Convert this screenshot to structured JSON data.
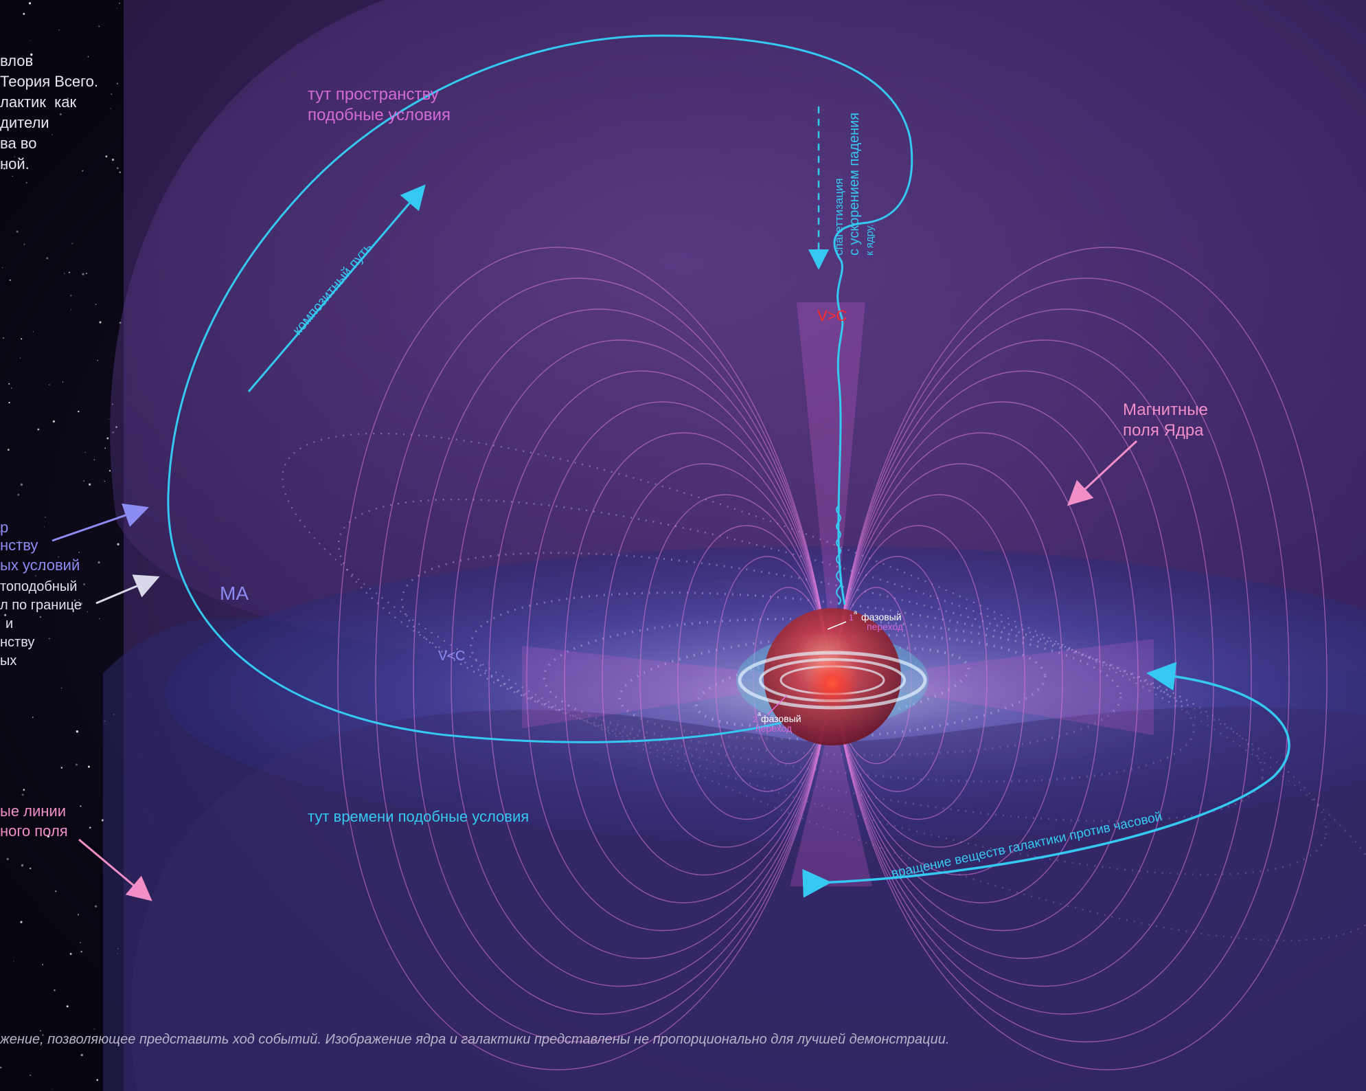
{
  "top_left_text": [
    "влов",
    "Теория Всего.",
    "лактик  как",
    "дители",
    "ва во",
    "ной."
  ],
  "labels": {
    "space_like": [
      "тут пространству",
      "подобные условия"
    ],
    "composite_path": "композитный путь",
    "spaghettification": [
      "спагеттизация",
      "с ускорением падения",
      "к ядру."
    ],
    "v_gt_c": "V>C",
    "magnetic_fields": [
      "Магнитные",
      "поля Ядра"
    ],
    "left_purple": [
      "р",
      "нству",
      "ых условий"
    ],
    "left_white": [
      "топодобный",
      "л по границе",
      "и",
      "нству",
      "ых"
    ],
    "ma": "МА",
    "v_lt_c": "V<C",
    "phase_1_num": "1",
    "phase_1_sup": "а",
    "phase_1_word": "фазовый",
    "phase_1_sub": "переход",
    "phase_2_num": "2",
    "phase_2_sup": "а",
    "phase_2_word": "фазовый",
    "phase_2_sub": "переход",
    "field_lines": [
      "ые линии",
      "ного поля"
    ],
    "time_like": "тут времени подобные условия",
    "rotation": "вращение веществ галактики против часовой"
  },
  "caption": {
    "part1": "жение, позволяющее представить ход событий. ",
    "part2": "Изображение ядра и галактики представлены не пропорционально для лучшей демонстрации."
  },
  "colors": {
    "cyan": "#35c9f2",
    "pink": "#e86bd9",
    "magenta": "#d46ad6",
    "red": "#ff2a2a",
    "violet_label": "#8c8cf2",
    "light_pink": "#f28ec8",
    "caption": "#b9b3c9"
  }
}
